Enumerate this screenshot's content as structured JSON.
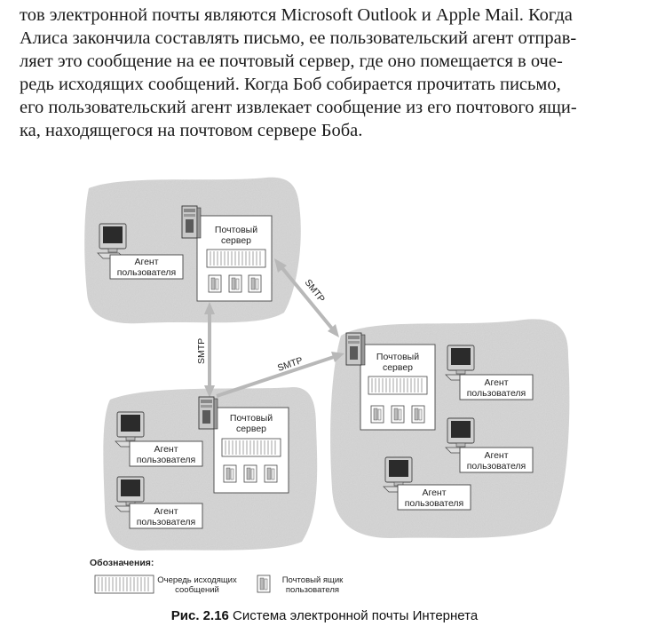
{
  "text": {
    "lines": [
      "тов электронной почты являются Microsoft Outlook и Apple Mail. Когда",
      "Алиса закончила составлять письмо, ее пользовательский агент отправ-",
      "ляет это сообщение на ее почтовый сервер, где оно помещается в оче-",
      "редь исходящих сообщений. Когда Боб собирается прочитать письмо,",
      "его пользовательский агент извлекает сообщение из его почтового ящи-",
      "ка, находящегося на почтовом сервере Боба."
    ]
  },
  "figure": {
    "server_label_1": "Почтовый",
    "server_label_2": "сервер",
    "agent_label_1": "Агент",
    "agent_label_2": "пользователя",
    "protocol": "SMTP",
    "legend_title": "Обозначения:",
    "legend_queue_1": "Очередь исходящих",
    "legend_queue_2": "сообщений",
    "legend_mailbox_1": "Почтовый ящик",
    "legend_mailbox_2": "пользователя",
    "caption_number": "Рис. 2.16",
    "caption_text": " Система электронной почты Интернета"
  },
  "colors": {
    "cloud": "#d4d4d4",
    "box": "#ffffff",
    "arrow": "#b8b8b8",
    "text": "#222222"
  }
}
